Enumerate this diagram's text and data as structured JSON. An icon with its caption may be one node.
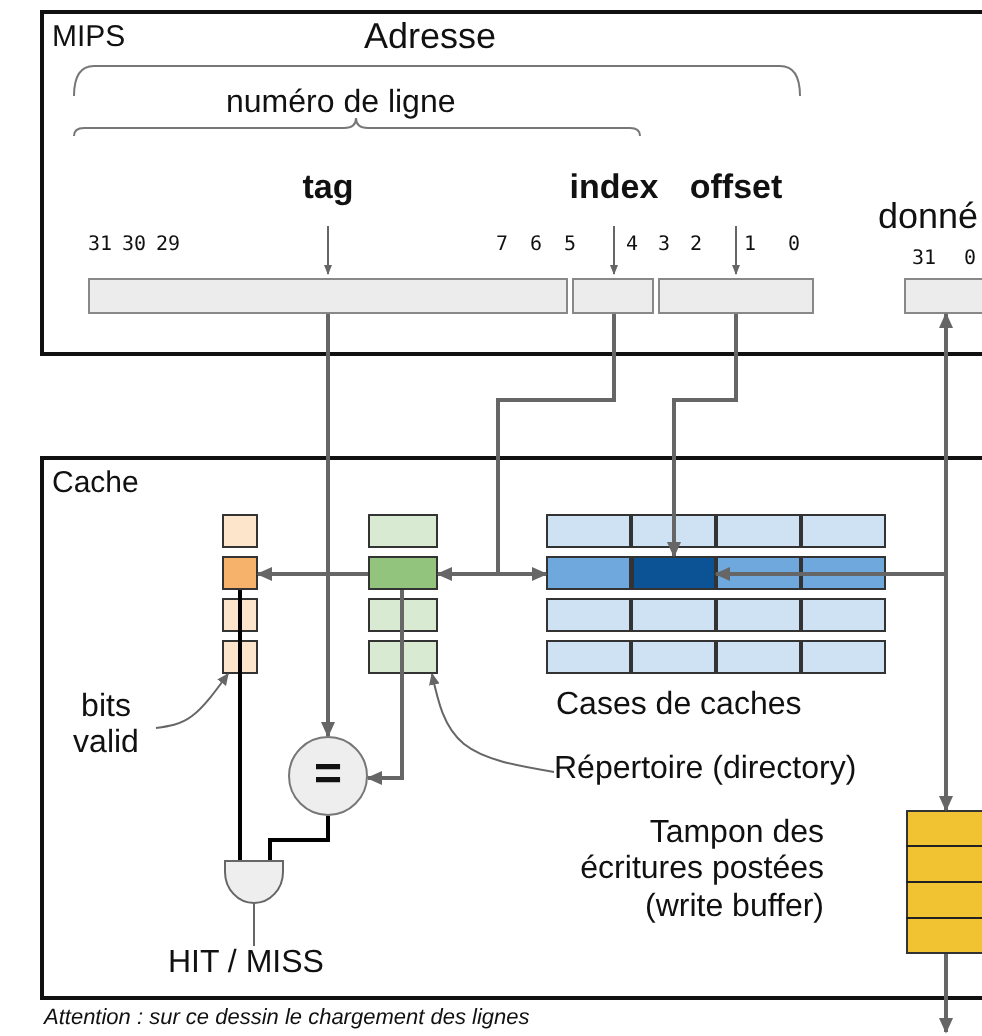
{
  "diagram": {
    "nodes": [
      {
        "text": [
          "MIPS"
        ]
      },
      {
        "text": [
          "tag"
        ],
        "in": 0
      },
      {
        "text": [
          "index"
        ],
        "in": 0
      },
      {
        "text": [
          "offset"
        ],
        "in": 0
      },
      {
        "text": [
          "donné"
        ],
        "in": 0,
        "beside": [
          "31",
          "0"
        ]
      },
      {
        "text": [
          "Cache"
        ]
      },
      {
        "text": [],
        "shape": "box",
        "in": 5
      },
      {
        "text": [],
        "shape": "box",
        "in": 6
      },
      {
        "text": [],
        "shape": "box",
        "in": 5
      },
      {
        "text": [],
        "shape": "box",
        "in": 8
      },
      {
        "text": [],
        "shape": "box",
        "in": 5
      },
      {
        "text": [],
        "shape": "bar",
        "in": 10
      },
      {
        "text": [],
        "shape": "box",
        "in": 11
      },
      {
        "text": [
          "bits valid"
        ],
        "in": 5
      },
      {
        "text": [
          "Répertoire (directory)"
        ],
        "in": 5
      },
      {
        "text": [
          "="
        ],
        "in": 5
      },
      {
        "text": [],
        "shape": "gate",
        "in": 5
      },
      {
        "text": [
          "HIT / MISS"
        ],
        "in": 5
      },
      {
        "text": [],
        "shape": "box",
        "in": 5
      }
    ],
    "edges": [
      {
        "from": 1,
        "to": 15,
        "arrow": "to"
      },
      {
        "from": 2,
        "to": 9,
        "arrow": "to"
      },
      {
        "from": 2,
        "to": 11,
        "arrow": "to"
      },
      {
        "from": 9,
        "to": 7,
        "arrow": "to"
      },
      {
        "from": 3,
        "to": 12,
        "arrow": "to"
      },
      {
        "from": 4,
        "to": 12,
        "arrow": "both"
      },
      {
        "from": 4,
        "to": 18,
        "arrow": "to"
      },
      {
        "from": 18,
        "to": null,
        "arrow": "to"
      },
      {
        "from": 9,
        "to": 15,
        "arrow": "to"
      },
      {
        "from": 7,
        "to": 16,
        "arrow": "none",
        "color": "#000000"
      },
      {
        "from": 15,
        "to": 16,
        "arrow": "none",
        "color": "#000000"
      },
      {
        "from": 16,
        "to": 17,
        "arrow": "none"
      },
      {
        "from": 13,
        "to": 6,
        "arrow": "to"
      },
      {
        "from": 14,
        "to": 8,
        "arrow": "to"
      }
    ],
    "labels": [
      "Adresse",
      "numéro de ligne",
      "31",
      "30",
      "29",
      "7",
      "6",
      "5",
      "4",
      "3",
      "2",
      "1",
      "0",
      "Cases de caches",
      "Tampon des écritures postées (write buffer)",
      "Attention : sur ce dessin le chargement des lignes"
    ]
  }
}
